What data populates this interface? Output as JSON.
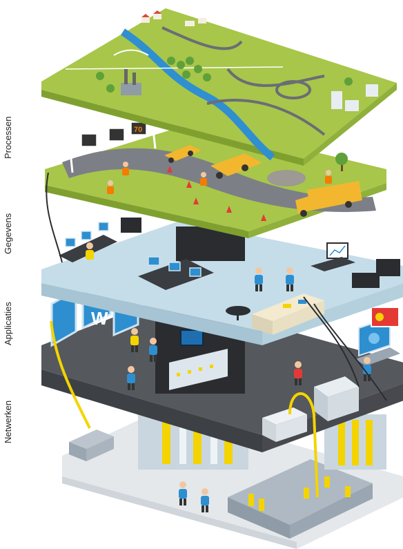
{
  "layers": [
    {
      "label": "Processen"
    },
    {
      "label": "Gegevens"
    },
    {
      "label": "Applicaties"
    },
    {
      "label": "Netwerken"
    }
  ],
  "signs": {
    "speed": "70",
    "billboard_letter": "W"
  },
  "colors": {
    "grass": "#a8c64a",
    "grass_side": "#7fa02f",
    "road": "#7c7f86",
    "river": "#2f8fd0",
    "floor_light": "#c5dde9",
    "floor_dark": "#55585d",
    "server": "#aeb9c4",
    "accent_yellow": "#f3d400",
    "person": "#2d8fd0",
    "truck": "#f2b72e"
  }
}
